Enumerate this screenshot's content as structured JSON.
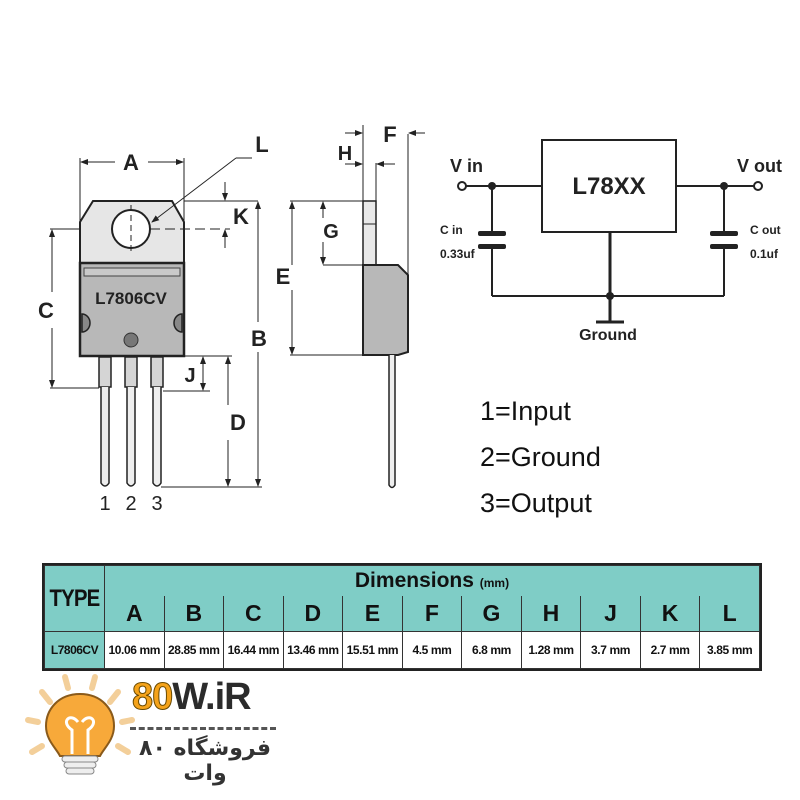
{
  "package_drawing": {
    "part_marking": "L7806CV",
    "dimension_labels": {
      "A": "A",
      "B": "B",
      "C": "C",
      "D": "D",
      "E": "E",
      "F": "F",
      "G": "G",
      "H": "H",
      "J": "J",
      "K": "K",
      "L": "L"
    },
    "pin_numbers": [
      "1",
      "2",
      "3"
    ]
  },
  "circuit": {
    "ic_label": "L78XX",
    "vin_label": "V in",
    "vout_label": "V out",
    "cin_label": "C in",
    "cin_value": "0.33uf",
    "cout_label": "C out",
    "cout_value": "0.1uf",
    "ground_label": "Ground"
  },
  "pinout": [
    {
      "text": "1=Input"
    },
    {
      "text": "2=Ground"
    },
    {
      "text": "3=Output"
    }
  ],
  "table": {
    "type_header": "TYPE",
    "group_header": "Dimensions",
    "unit": "(mm)",
    "columns": [
      "A",
      "B",
      "C",
      "D",
      "E",
      "F",
      "G",
      "H",
      "J",
      "K",
      "L"
    ],
    "rows": [
      {
        "type": "L7806CV",
        "values": [
          "10.06 mm",
          "28.85 mm",
          "16.44 mm",
          "13.46 mm",
          "15.51 mm",
          "4.5 mm",
          "6.8 mm",
          "1.28 mm",
          "3.7 mm",
          "2.7 mm",
          "3.85 mm"
        ]
      }
    ],
    "header_color": "#7fcdc6"
  },
  "logo": {
    "number_part": "80",
    "text_part": "W.iR",
    "subtitle": "فروشگاه ۸۰ وات",
    "accent_color": "#f5a31a"
  }
}
